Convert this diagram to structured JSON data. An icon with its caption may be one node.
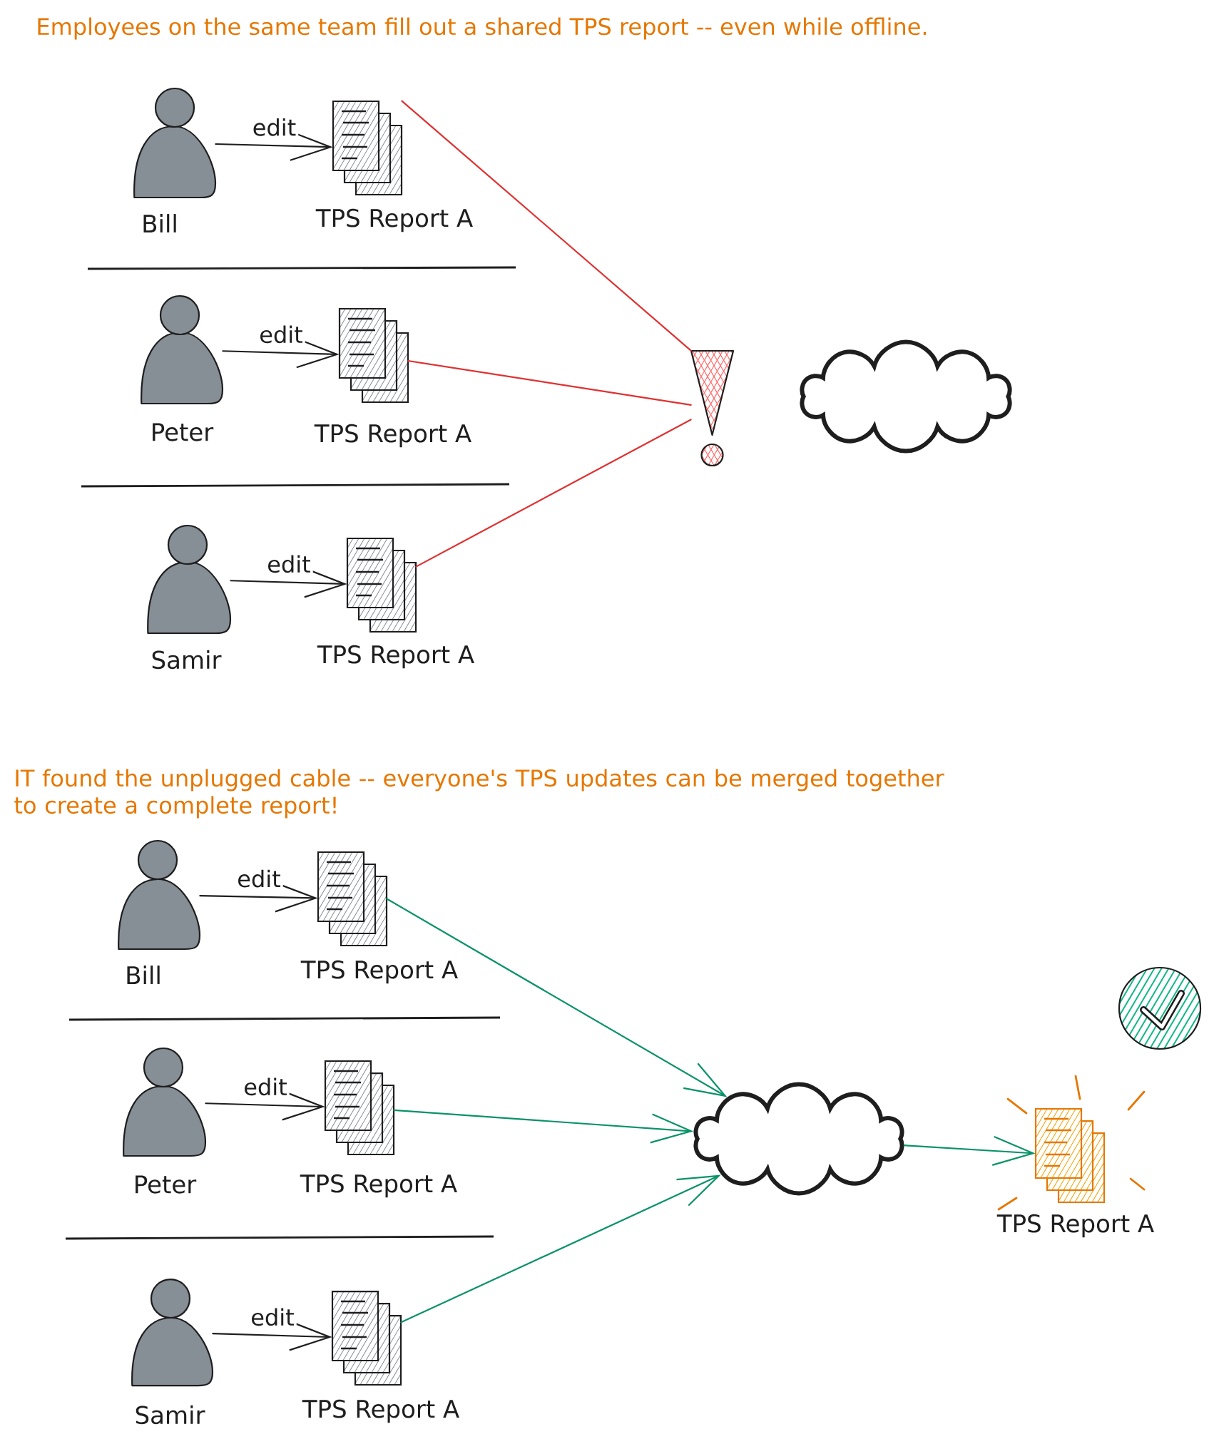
{
  "diagram": {
    "nodes": [
      {
        "text": [
          "Bill"
        ]
      },
      {
        "text": [
          "TPS Report A"
        ]
      },
      {
        "text": [
          "Peter"
        ]
      },
      {
        "text": [
          "TPS Report A"
        ]
      },
      {
        "text": [
          "Samir"
        ]
      },
      {
        "text": [
          "TPS Report A"
        ]
      },
      {
        "text": [],
        "shape": "exclamation"
      },
      {
        "text": [],
        "shape": "cloud"
      },
      {
        "text": [
          "Bill"
        ]
      },
      {
        "text": [
          "TPS Report A"
        ]
      },
      {
        "text": [
          "Peter"
        ]
      },
      {
        "text": [
          "TPS Report A"
        ]
      },
      {
        "text": [
          "Samir"
        ]
      },
      {
        "text": [
          "TPS Report A"
        ]
      },
      {
        "text": [],
        "shape": "cloud"
      },
      {
        "text": [
          "TPS Report A"
        ]
      }
    ],
    "edges": [
      {
        "from": 0,
        "to": 1,
        "arrow": "to",
        "label": "edit"
      },
      {
        "from": 2,
        "to": 3,
        "arrow": "to",
        "label": "edit"
      },
      {
        "from": 4,
        "to": 5,
        "arrow": "to",
        "label": "edit"
      },
      {
        "from": 1,
        "to": 6,
        "arrow": "none",
        "color": "#e03131"
      },
      {
        "from": 3,
        "to": 6,
        "arrow": "none",
        "color": "#e03131"
      },
      {
        "from": 5,
        "to": 6,
        "arrow": "none",
        "color": "#e03131"
      },
      {
        "from": 8,
        "to": 9,
        "arrow": "to",
        "label": "edit"
      },
      {
        "from": 10,
        "to": 11,
        "arrow": "to",
        "label": "edit"
      },
      {
        "from": 12,
        "to": 13,
        "arrow": "to",
        "label": "edit"
      },
      {
        "from": 9,
        "to": 14,
        "arrow": "to",
        "color": "#099268"
      },
      {
        "from": 11,
        "to": 14,
        "arrow": "to",
        "color": "#099268"
      },
      {
        "from": 13,
        "to": 14,
        "arrow": "to",
        "color": "#099268"
      },
      {
        "from": 14,
        "to": 15,
        "arrow": "to",
        "color": "#099268"
      }
    ],
    "labels": [
      "Employees on the same team fill out a shared TPS report -- even while offline.",
      "IT found the unplugged cable -- everyone's TPS updates can be merged together to create a complete report!"
    ]
  }
}
